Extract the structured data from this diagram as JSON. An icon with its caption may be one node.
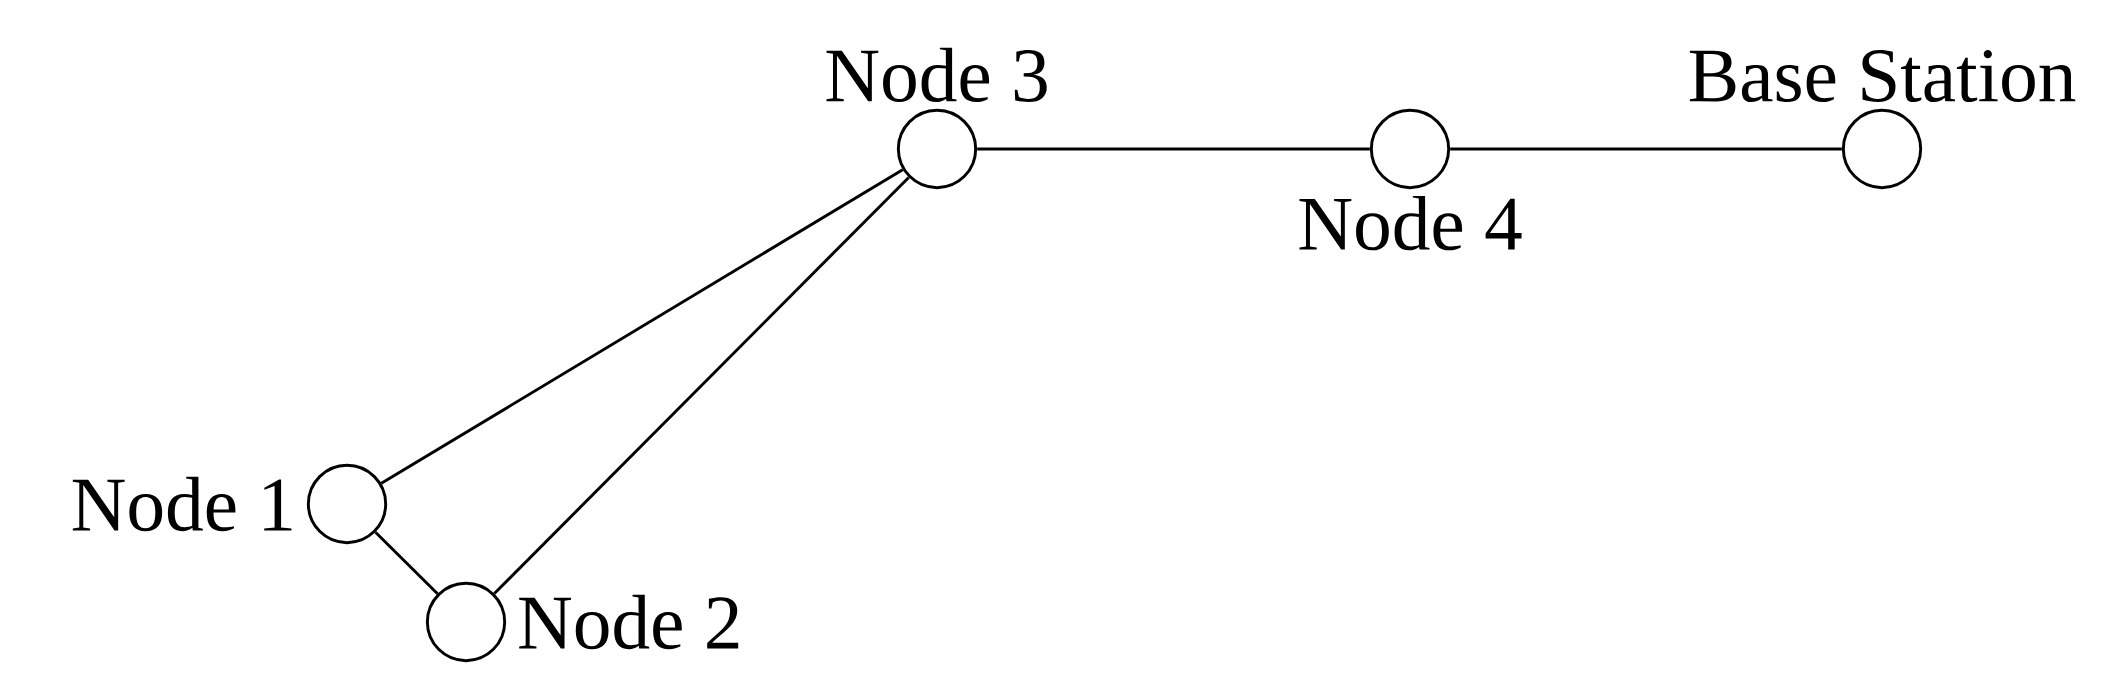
{
  "diagram": {
    "nodes": [
      {
        "text": [
          "Node 1"
        ]
      },
      {
        "text": [
          "Node 2"
        ]
      },
      {
        "text": [
          "Node 3"
        ]
      },
      {
        "text": [
          "Node 4"
        ]
      },
      {
        "text": [
          "Base Station"
        ]
      }
    ],
    "edges": [
      {
        "from": 0,
        "to": 2,
        "arrow": "none"
      },
      {
        "from": 1,
        "to": 2,
        "arrow": "none"
      },
      {
        "from": 0,
        "to": 1,
        "arrow": "none"
      },
      {
        "from": 2,
        "to": 3,
        "arrow": "none"
      },
      {
        "from": 3,
        "to": 4,
        "arrow": "none"
      }
    ]
  }
}
